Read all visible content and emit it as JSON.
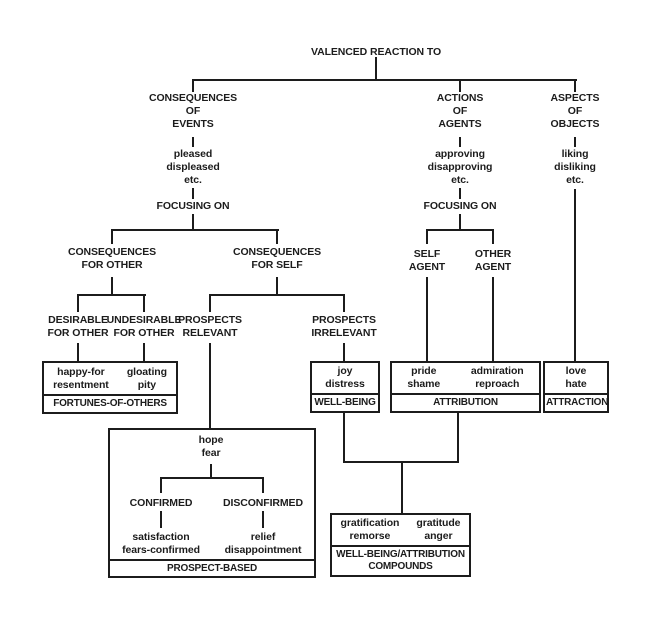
{
  "colors": {
    "line": "#1c1c1c",
    "background": "#ffffff"
  },
  "nodes": {
    "valenced_reaction": "VALENCED REACTION TO",
    "consequences_of_events": "CONSEQUENCES\nOF\nEVENTS",
    "pleased_displeased": "pleased\ndispleased\netc.",
    "focusing_on_events": "FOCUSING ON",
    "actions_of_agents": "ACTIONS\nOF\nAGENTS",
    "approving_disapproving": "approving\ndisapproving\netc.",
    "focusing_on_agents": "FOCUSING ON",
    "aspects_of_objects": "ASPECTS\nOF\nOBJECTS",
    "liking_disliking": "liking\ndisliking\netc.",
    "consequences_for_other": "CONSEQUENCES\nFOR OTHER",
    "consequences_for_self": "CONSEQUENCES\nFOR SELF",
    "desirable_for_other": "DESIRABLE\nFOR OTHER",
    "undesirable_for_other": "UNDESIRABLE\nFOR OTHER",
    "prospects_relevant": "PROSPECTS\nRELEVANT",
    "prospects_irrelevant": "PROSPECTS\nIRRELEVANT",
    "self_agent": "SELF\nAGENT",
    "other_agent": "OTHER\nAGENT",
    "hope_fear": "hope\nfear",
    "confirmed": "CONFIRMED",
    "disconfirmed": "DISCONFIRMED",
    "satisfaction_fears_confirmed": "satisfaction\nfears-confirmed",
    "relief_disappointment": "relief\ndisappointment"
  },
  "boxes": {
    "fortunes_of_others": {
      "cells": [
        "happy-for\nresentment",
        "gloating\npity"
      ],
      "label": "FORTUNES-OF-OTHERS"
    },
    "well_being": {
      "cells": [
        "joy\ndistress"
      ],
      "label": "WELL-BEING"
    },
    "attribution": {
      "cells": [
        "pride\nshame",
        "admiration\nreproach"
      ],
      "label": "ATTRIBUTION"
    },
    "attraction": {
      "cells": [
        "love\nhate"
      ],
      "label": "ATTRACTION"
    },
    "prospect_based": {
      "label": "PROSPECT-BASED"
    },
    "compounds": {
      "cells": [
        "gratification\nremorse",
        "gratitude\nanger"
      ],
      "label": "WELL-BEING/ATTRIBUTION\nCOMPOUNDS"
    }
  }
}
